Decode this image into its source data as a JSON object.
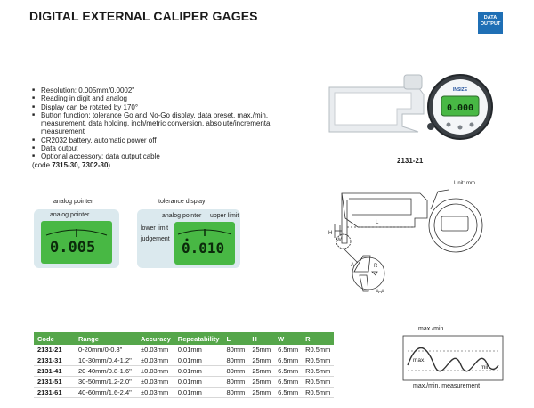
{
  "title": "DIGITAL EXTERNAL CALIPER GAGES",
  "badge": {
    "line1": "DATA",
    "line2": "OUTPUT"
  },
  "features": [
    "Resolution: 0.005mm/0.0002\"",
    "Reading in digit and analog",
    "Display can be rotated by 170°",
    "Button function: tolerance Go and No-Go display, data preset, max./min. measurement, data holding, inch/metric conversion, absolute/incremental measurement",
    "CR2032 battery, automatic power off",
    "Data output",
    "Optional accessory: data output cable"
  ],
  "accessory_code_prefix": "(code ",
  "accessory_code": "7315-30, 7302-30",
  "accessory_code_suffix": ")",
  "analog_section": {
    "caption": "analog pointer",
    "inner_label": "analog pointer",
    "reading": "0.005"
  },
  "tolerance_section": {
    "caption": "tolerance display",
    "label_analog": "analog pointer",
    "label_upper": "upper limit",
    "label_lower": "lower limit",
    "label_judgement": "judgement",
    "reading": "0.010"
  },
  "product_photo": {
    "model": "2131-21",
    "brand": "INSIZE",
    "display": "0.000"
  },
  "drawing": {
    "unit": "Unit: mm",
    "dim_l": "L",
    "dim_h": "H",
    "dim_w": "W",
    "dim_r": "R",
    "section_a": "A",
    "section_aa": "A-A"
  },
  "table": {
    "headers": [
      "Code",
      "Range",
      "Accuracy",
      "Repeatability",
      "L",
      "H",
      "W",
      "R"
    ],
    "rows": [
      [
        "2131-21",
        "0-20mm/0-0.8\"",
        "±0.03mm",
        "0.01mm",
        "80mm",
        "25mm",
        "6.5mm",
        "R0.5mm"
      ],
      [
        "2131-31",
        "10-30mm/0.4-1.2\"",
        "±0.03mm",
        "0.01mm",
        "80mm",
        "25mm",
        "6.5mm",
        "R0.5mm"
      ],
      [
        "2131-41",
        "20-40mm/0.8-1.6\"",
        "±0.03mm",
        "0.01mm",
        "80mm",
        "25mm",
        "6.5mm",
        "R0.5mm"
      ],
      [
        "2131-51",
        "30-50mm/1.2-2.0\"",
        "±0.03mm",
        "0.01mm",
        "80mm",
        "25mm",
        "6.5mm",
        "R0.5mm"
      ],
      [
        "2131-61",
        "40-60mm/1.6-2.4\"",
        "±0.03mm",
        "0.01mm",
        "80mm",
        "25mm",
        "6.5mm",
        "R0.5mm"
      ]
    ]
  },
  "maxmin": {
    "top": "max./min.",
    "max": "max.",
    "min": "min.",
    "bottom": "max./min. measurement"
  }
}
